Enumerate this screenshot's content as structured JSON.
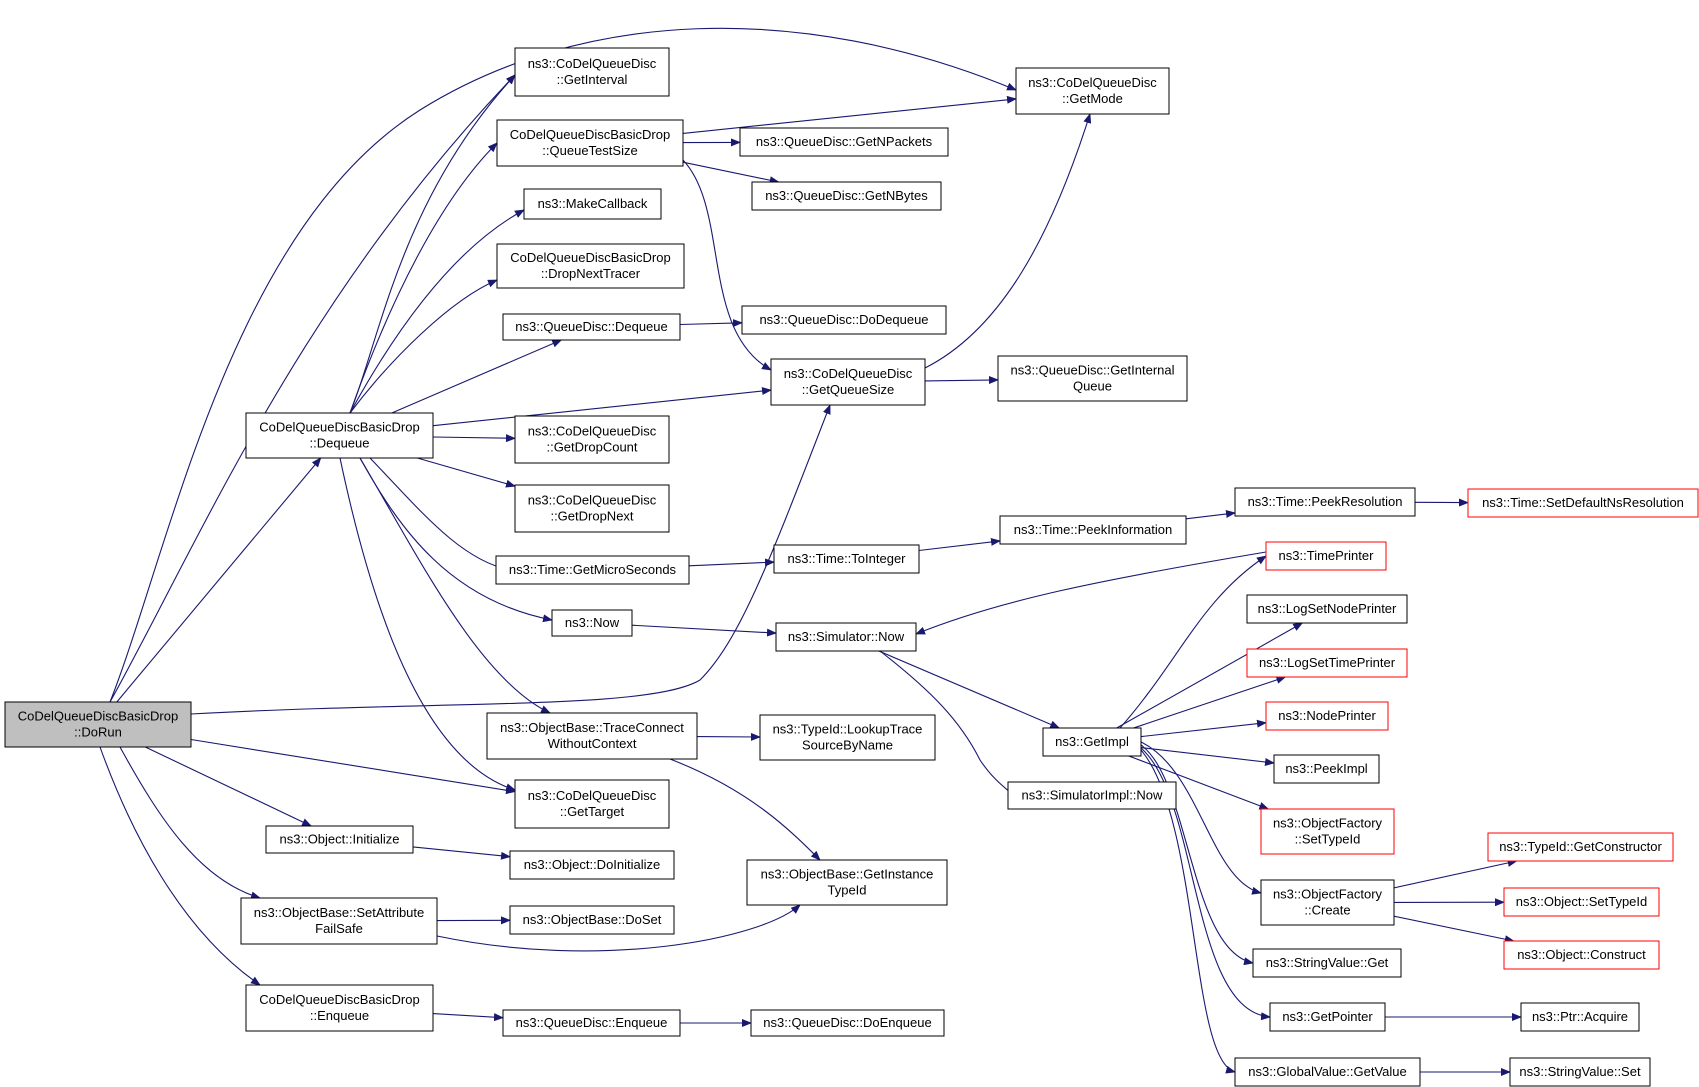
{
  "colors": {
    "edge": "#191970",
    "node_border": "#000000",
    "truncated_border": "#ff0000",
    "root_fill": "#bfbfbf"
  },
  "nodes": [
    {
      "id": "dorun",
      "lines": [
        "CoDelQueueDiscBasicDrop",
        "::DoRun"
      ],
      "style": "root"
    },
    {
      "id": "dequeue_t",
      "lines": [
        "CoDelQueueDiscBasicDrop",
        "::Dequeue"
      ]
    },
    {
      "id": "getinterval",
      "lines": [
        "ns3::CoDelQueueDisc",
        "::GetInterval"
      ]
    },
    {
      "id": "queuetestsize",
      "lines": [
        "CoDelQueueDiscBasicDrop",
        "::QueueTestSize"
      ]
    },
    {
      "id": "makecallback",
      "lines": [
        "ns3::MakeCallback"
      ]
    },
    {
      "id": "dropnexttracer",
      "lines": [
        "CoDelQueueDiscBasicDrop",
        "::DropNextTracer"
      ]
    },
    {
      "id": "qd_dequeue",
      "lines": [
        "ns3::QueueDisc::Dequeue"
      ]
    },
    {
      "id": "getdropcount",
      "lines": [
        "ns3::CoDelQueueDisc",
        "::GetDropCount"
      ]
    },
    {
      "id": "getdropnext",
      "lines": [
        "ns3::CoDelQueueDisc",
        "::GetDropNext"
      ]
    },
    {
      "id": "getmicroseconds",
      "lines": [
        "ns3::Time::GetMicroSeconds"
      ]
    },
    {
      "id": "now",
      "lines": [
        "ns3::Now"
      ]
    },
    {
      "id": "traceconnect",
      "lines": [
        "ns3::ObjectBase::TraceConnect",
        "WithoutContext"
      ]
    },
    {
      "id": "gettarget",
      "lines": [
        "ns3::CoDelQueueDisc",
        "::GetTarget"
      ]
    },
    {
      "id": "initialize",
      "lines": [
        "ns3::Object::Initialize"
      ]
    },
    {
      "id": "setattr",
      "lines": [
        "ns3::ObjectBase::SetAttribute",
        "FailSafe"
      ]
    },
    {
      "id": "enqueue_t",
      "lines": [
        "CoDelQueueDiscBasicDrop",
        "::Enqueue"
      ]
    },
    {
      "id": "getmode",
      "lines": [
        "ns3::CoDelQueueDisc",
        "::GetMode"
      ]
    },
    {
      "id": "getnpackets",
      "lines": [
        "ns3::QueueDisc::GetNPackets"
      ]
    },
    {
      "id": "getnbytes",
      "lines": [
        "ns3::QueueDisc::GetNBytes"
      ]
    },
    {
      "id": "dodequeue",
      "lines": [
        "ns3::QueueDisc::DoDequeue"
      ]
    },
    {
      "id": "getqueuesize",
      "lines": [
        "ns3::CoDelQueueDisc",
        "::GetQueueSize"
      ]
    },
    {
      "id": "getinternalqueue",
      "lines": [
        "ns3::QueueDisc::GetInternal",
        "Queue"
      ]
    },
    {
      "id": "tointeger",
      "lines": [
        "ns3::Time::ToInteger"
      ]
    },
    {
      "id": "peekinformation",
      "lines": [
        "ns3::Time::PeekInformation"
      ]
    },
    {
      "id": "peekresolution",
      "lines": [
        "ns3::Time::PeekResolution"
      ]
    },
    {
      "id": "setdefaultns",
      "lines": [
        "ns3::Time::SetDefaultNsResolution"
      ],
      "style": "red"
    },
    {
      "id": "simnow",
      "lines": [
        "ns3::Simulator::Now"
      ]
    },
    {
      "id": "lookuptrace",
      "lines": [
        "ns3::TypeId::LookupTrace",
        "SourceByName"
      ]
    },
    {
      "id": "getinstancetypeid",
      "lines": [
        "ns3::ObjectBase::GetInstance",
        "TypeId"
      ]
    },
    {
      "id": "doinitialize",
      "lines": [
        "ns3::Object::DoInitialize"
      ]
    },
    {
      "id": "doset",
      "lines": [
        "ns3::ObjectBase::DoSet"
      ]
    },
    {
      "id": "qd_enqueue",
      "lines": [
        "ns3::QueueDisc::Enqueue"
      ]
    },
    {
      "id": "doenqueue",
      "lines": [
        "ns3::QueueDisc::DoEnqueue"
      ]
    },
    {
      "id": "getimpl",
      "lines": [
        "ns3::GetImpl"
      ]
    },
    {
      "id": "simimplnow",
      "lines": [
        "ns3::SimulatorImpl::Now"
      ]
    },
    {
      "id": "timeprinter",
      "lines": [
        "ns3::TimePrinter"
      ],
      "style": "red"
    },
    {
      "id": "logsetnodeprinter",
      "lines": [
        "ns3::LogSetNodePrinter"
      ]
    },
    {
      "id": "logsettimeprinter",
      "lines": [
        "ns3::LogSetTimePrinter"
      ],
      "style": "red"
    },
    {
      "id": "nodeprinter",
      "lines": [
        "ns3::NodePrinter"
      ],
      "style": "red"
    },
    {
      "id": "peekimpl",
      "lines": [
        "ns3::PeekImpl"
      ]
    },
    {
      "id": "ofsettypeid",
      "lines": [
        "ns3::ObjectFactory",
        "::SetTypeId"
      ],
      "style": "red"
    },
    {
      "id": "ofcreate",
      "lines": [
        "ns3::ObjectFactory",
        "::Create"
      ]
    },
    {
      "id": "stringvalueget",
      "lines": [
        "ns3::StringValue::Get"
      ]
    },
    {
      "id": "getpointer",
      "lines": [
        "ns3::GetPointer"
      ]
    },
    {
      "id": "globalvalueget",
      "lines": [
        "ns3::GlobalValue::GetValue"
      ]
    },
    {
      "id": "getconstructor",
      "lines": [
        "ns3::TypeId::GetConstructor"
      ],
      "style": "red"
    },
    {
      "id": "objsettypeid",
      "lines": [
        "ns3::Object::SetTypeId"
      ],
      "style": "red"
    },
    {
      "id": "objconstruct",
      "lines": [
        "ns3::Object::Construct"
      ],
      "style": "red"
    },
    {
      "id": "ptracquire",
      "lines": [
        "ns3::Ptr::Acquire"
      ]
    },
    {
      "id": "stringvalueset",
      "lines": [
        "ns3::StringValue::Set"
      ]
    }
  ],
  "edges": [
    [
      "dorun",
      "getmode"
    ],
    [
      "dorun",
      "getinterval"
    ],
    [
      "dorun",
      "dequeue_t"
    ],
    [
      "dorun",
      "getqueuesize"
    ],
    [
      "dorun",
      "gettarget"
    ],
    [
      "dorun",
      "initialize"
    ],
    [
      "dorun",
      "setattr"
    ],
    [
      "dorun",
      "enqueue_t"
    ],
    [
      "dequeue_t",
      "getinterval"
    ],
    [
      "dequeue_t",
      "queuetestsize"
    ],
    [
      "dequeue_t",
      "makecallback"
    ],
    [
      "dequeue_t",
      "dropnexttracer"
    ],
    [
      "dequeue_t",
      "qd_dequeue"
    ],
    [
      "dequeue_t",
      "getqueuesize"
    ],
    [
      "dequeue_t",
      "getdropcount"
    ],
    [
      "dequeue_t",
      "getdropnext"
    ],
    [
      "dequeue_t",
      "getmicroseconds"
    ],
    [
      "dequeue_t",
      "now"
    ],
    [
      "dequeue_t",
      "traceconnect"
    ],
    [
      "dequeue_t",
      "gettarget"
    ],
    [
      "queuetestsize",
      "getmode"
    ],
    [
      "queuetestsize",
      "getnpackets"
    ],
    [
      "queuetestsize",
      "getnbytes"
    ],
    [
      "queuetestsize",
      "getqueuesize"
    ],
    [
      "qd_dequeue",
      "dodequeue"
    ],
    [
      "getqueuesize",
      "getmode"
    ],
    [
      "getqueuesize",
      "getinternalqueue"
    ],
    [
      "getmicroseconds",
      "tointeger"
    ],
    [
      "tointeger",
      "peekinformation"
    ],
    [
      "peekinformation",
      "peekresolution"
    ],
    [
      "peekresolution",
      "setdefaultns"
    ],
    [
      "now",
      "simnow"
    ],
    [
      "traceconnect",
      "lookuptrace"
    ],
    [
      "traceconnect",
      "getinstancetypeid"
    ],
    [
      "initialize",
      "doinitialize"
    ],
    [
      "setattr",
      "doset"
    ],
    [
      "setattr",
      "getinstancetypeid"
    ],
    [
      "enqueue_t",
      "qd_enqueue"
    ],
    [
      "qd_enqueue",
      "doenqueue"
    ],
    [
      "simnow",
      "getimpl"
    ],
    [
      "simnow",
      "simimplnow"
    ],
    [
      "getimpl",
      "timeprinter"
    ],
    [
      "getimpl",
      "logsetnodeprinter"
    ],
    [
      "getimpl",
      "logsettimeprinter"
    ],
    [
      "getimpl",
      "nodeprinter"
    ],
    [
      "getimpl",
      "peekimpl"
    ],
    [
      "getimpl",
      "ofsettypeid"
    ],
    [
      "getimpl",
      "ofcreate"
    ],
    [
      "getimpl",
      "stringvalueget"
    ],
    [
      "getimpl",
      "getpointer"
    ],
    [
      "getimpl",
      "globalvalueget"
    ],
    [
      "timeprinter",
      "simnow"
    ],
    [
      "ofcreate",
      "getconstructor"
    ],
    [
      "ofcreate",
      "objsettypeid"
    ],
    [
      "ofcreate",
      "objconstruct"
    ],
    [
      "getpointer",
      "ptracquire"
    ],
    [
      "globalvalueget",
      "stringvalueset"
    ]
  ]
}
